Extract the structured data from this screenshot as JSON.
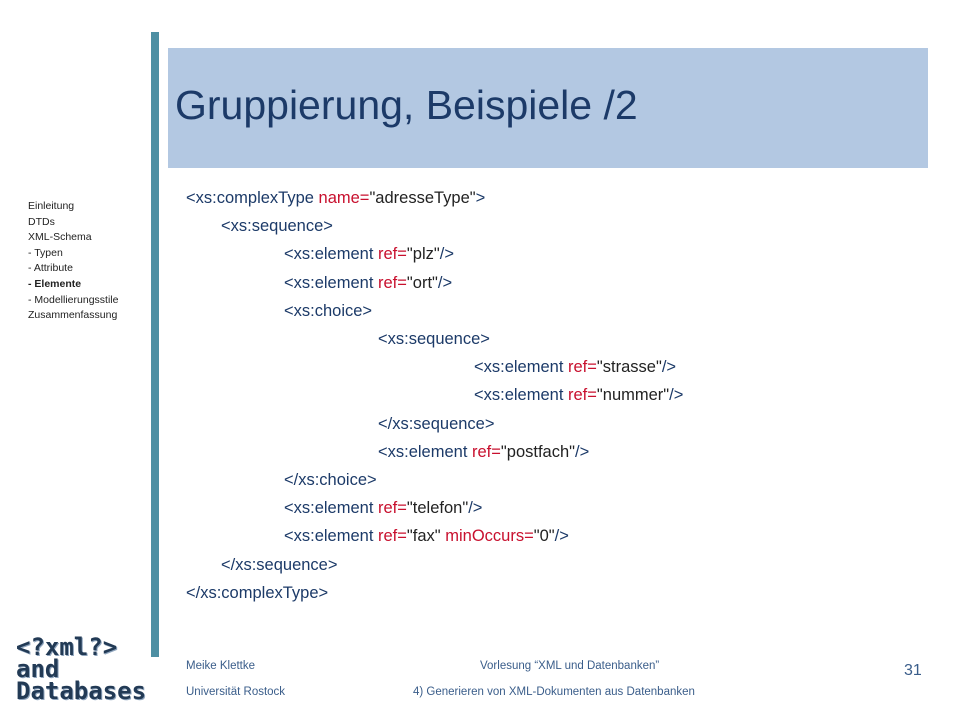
{
  "slide": {
    "title": "Gruppierung, Beispiele /2",
    "page_number": "31"
  },
  "toc": {
    "items": [
      {
        "label": "Einleitung"
      },
      {
        "label": "DTDs"
      },
      {
        "label": "XML-Schema"
      },
      {
        "label": "- Typen"
      },
      {
        "label": "- Attribute"
      },
      {
        "label": "- Elemente",
        "active": true
      },
      {
        "label": "- Modellierungsstile"
      },
      {
        "label": "Zusammenfassung"
      }
    ]
  },
  "code": {
    "lines": [
      {
        "tag": "<xs:complexType",
        "attrs": [
          {
            "name": "name=",
            "value": "\"adresseType\""
          }
        ],
        "close": ">"
      },
      {
        "tag": "<xs:sequence>"
      },
      {
        "tag": "<xs:element",
        "attrs": [
          {
            "name": "ref=",
            "value": "\"plz\""
          }
        ],
        "close": "/>"
      },
      {
        "tag": "<xs:element",
        "attrs": [
          {
            "name": "ref=",
            "value": "\"ort\""
          }
        ],
        "close": "/>"
      },
      {
        "tag": "<xs:choice>"
      },
      {
        "tag": "<xs:sequence>"
      },
      {
        "tag": "<xs:element",
        "attrs": [
          {
            "name": "ref=",
            "value": "\"strasse\""
          }
        ],
        "close": "/>"
      },
      {
        "tag": "<xs:element",
        "attrs": [
          {
            "name": "ref=",
            "value": "\"nummer\""
          }
        ],
        "close": "/>"
      },
      {
        "tag": "</xs:sequence>"
      },
      {
        "tag": "<xs:element",
        "attrs": [
          {
            "name": "ref=",
            "value": "\"postfach\""
          }
        ],
        "close": "/>"
      },
      {
        "tag": "</xs:choice>"
      },
      {
        "tag": "<xs:element",
        "attrs": [
          {
            "name": "ref=",
            "value": "\"telefon\""
          }
        ],
        "close": "/>"
      },
      {
        "tag": "<xs:element",
        "attrs": [
          {
            "name": "ref=",
            "value": "\"fax\""
          },
          {
            "name": "minOccurs=",
            "value": "\"0\""
          }
        ],
        "close": "/>"
      },
      {
        "tag": "</xs:sequence>"
      },
      {
        "tag": "</xs:complexType>"
      }
    ]
  },
  "logo": {
    "line1": "<?xml?>",
    "line2": "and",
    "line3": "Databases"
  },
  "footer": {
    "author": "Meike Klettke",
    "university": "Universität Rostock",
    "lecture": "Vorlesung “XML und Datenbanken”",
    "chapter": "4) Generieren von XML-Dokumenten aus Datenbanken"
  },
  "colors": {
    "title_band": "#b3c8e2",
    "vertical_bar": "#4d8fa3",
    "title_text": "#1c3a68",
    "attribute_name": "#c8102e"
  }
}
